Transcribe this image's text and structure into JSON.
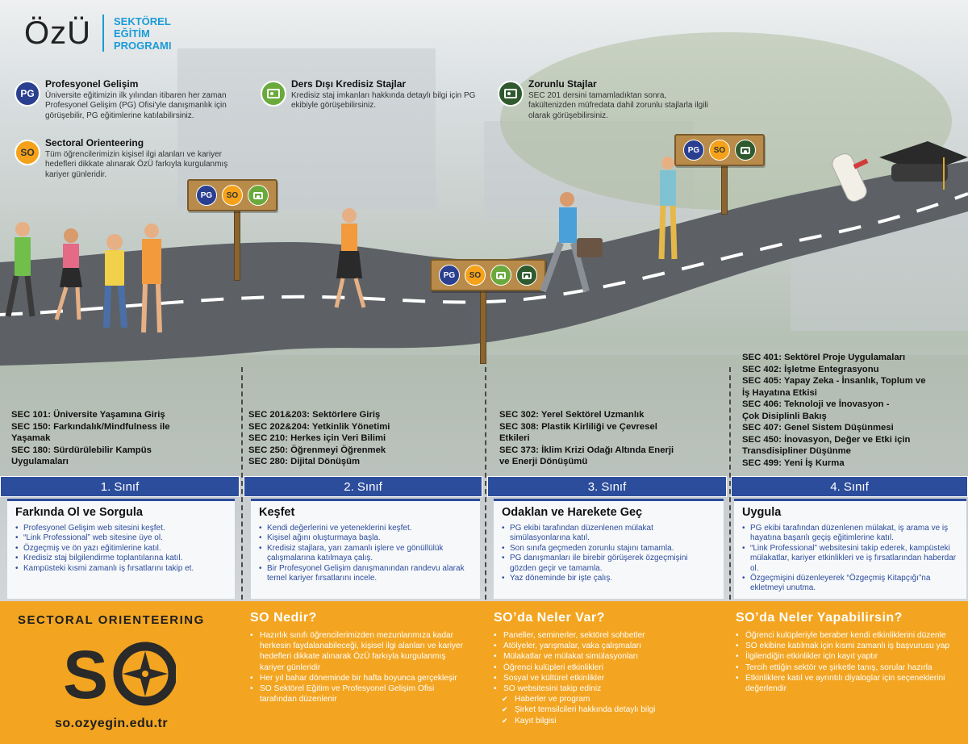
{
  "logo": {
    "mark": "ÖzÜ",
    "lines": [
      "SEKTÖREL",
      "EĞİTİM",
      "PROGRAMI"
    ]
  },
  "info": {
    "pg": {
      "badge": "PG",
      "title": "Profesyonel Gelişim",
      "text": "Üniversite eğitimizin ilk yılından itibaren her zaman Profesyonel Gelişim (PG) Ofisi'yle danışmanlık için görüşebilir, PG eğitimlerine katılabilirsiniz."
    },
    "so": {
      "badge": "SO",
      "title": "Sectoral Orienteering",
      "text": "Tüm öğrencilerimizin kişisel ilgi alanları ve kariyer hedefleri dikkate alınarak ÖzÜ farkıyla kurgulanmış kariyer günleridir."
    },
    "stajlar": {
      "title": "Ders Dışı Kredisiz Stajlar",
      "text": "Kredisiz staj imkanları hakkında detaylı bilgi için PG ekibiyle görüşebilirsiniz."
    },
    "zorunlu": {
      "title": "Zorunlu Stajlar",
      "text": "SEC 201 dersini tamamladıktan sonra, fakültenizden müfredata dahil zorunlu stajlarla ilgili olarak görüşebilirsiniz."
    }
  },
  "sign_labels": {
    "pg": "PG",
    "so": "SO"
  },
  "courses": {
    "y1": [
      "SEC 101: Üniversite Yaşamına Giriş",
      "SEC 150: Farkındalık/Mindfulness ile",
      "Yaşamak",
      "SEC 180: Sürdürülebilir Kampüs",
      "Uygulamaları"
    ],
    "y2": [
      "SEC 201&203: Sektörlere Giriş",
      "SEC 202&204: Yetkinlik Yönetimi",
      "SEC 210: Herkes için Veri Bilimi",
      "SEC 250: Öğrenmeyi Öğrenmek",
      "SEC 280: Dijital Dönüşüm"
    ],
    "y3": [
      "SEC 302: Yerel Sektörel Uzmanlık",
      "SEC 308: Plastik Kirliliği ve Çevresel",
      "Etkileri",
      "SEC 373: İklim Krizi Odağı Altında Enerji",
      "ve Enerji Dönüşümü"
    ],
    "y4": [
      "SEC 401: Sektörel Proje Uygulamaları",
      "SEC 402: İşletme Entegrasyonu",
      "SEC 405: Yapay Zeka - İnsanlık, Toplum ve",
      "İş Hayatına Etkisi",
      "SEC 406: Teknoloji ve İnovasyon -",
      "Çok Disiplinli Bakış",
      "SEC 407: Genel Sistem Düşünmesi",
      "SEC 450: İnovasyon, Değer ve Etki için",
      "Transdisipliner Düşünme",
      "SEC 499: Yeni İş Kurma"
    ]
  },
  "years": [
    "1. Sınıf",
    "2. Sınıf",
    "3. Sınıf",
    "4. Sınıf"
  ],
  "phases": [
    {
      "title": "Farkında Ol ve Sorgula",
      "items": [
        "Profesyonel Gelişim web sitesini keşfet.",
        "“Link Professional” web sitesine üye ol.",
        "Özgeçmiş ve ön yazı eğitimlerine katıl.",
        "Kredisiz staj bilgilendirme toplantılarına katıl.",
        "Kampüsteki kısmi zamanlı iş fırsatlarını takip et."
      ]
    },
    {
      "title": "Keşfet",
      "items": [
        "Kendi değerlerini ve yeteneklerini keşfet.",
        "Kişisel ağını oluşturmaya başla.",
        "Kredisiz stajlara, yarı zamanlı işlere ve gönüllülük çalışmalarına katılmaya çalış.",
        "Bir Profesyonel Gelişim danışmanından randevu alarak temel kariyer fırsatlarını incele."
      ]
    },
    {
      "title": "Odaklan ve Harekete Geç",
      "items": [
        "PG ekibi tarafından düzenlenen mülakat simülasyonlarına katıl.",
        "Son sınıfa geçmeden zorunlu stajını tamamla.",
        "PG danışmanları ile birebir görüşerek özgeçmişini gözden geçir ve tamamla.",
        "Yaz döneminde bir işte çalış."
      ]
    },
    {
      "title": "Uygula",
      "items": [
        "PG ekibi tarafından düzenlenen mülakat, iş arama ve iş hayatına başarılı geçiş eğitimlerine katıl.",
        "“Link Professional” websitesini takip ederek, kampüsteki mülakatlar, kariyer etkinlikleri ve iş fırsatlarından haberdar ol.",
        "Özgeçmişini düzenleyerek “Özgeçmiş Kitapçığı”na ekletmeyi unutma."
      ]
    }
  ],
  "bottom": {
    "title": "SECTORAL ORIENTEERING",
    "logo_text": "SO",
    "url": "so.ozyegin.edu.tr",
    "columns": [
      {
        "heading": "SO Nedir?",
        "items": [
          {
            "text": "Hazırlık sınıfı öğrencilerimizden mezunlarımıza kadar herkesin faydalanabileceği, kişisel ilgi alanları ve kariyer hedefleri dikkate alınarak ÖzÜ farkıyla kurgulanmış kariyer günleridir",
            "sub": false
          },
          {
            "text": "Her yıl bahar döneminde bir hafta boyunca gerçekleşir",
            "sub": false
          },
          {
            "text": "SO Sektörel Eğitim ve Profesyonel Gelişim Ofisi tarafından düzenlenir",
            "sub": false
          }
        ]
      },
      {
        "heading": "SO’da Neler Var?",
        "items": [
          {
            "text": "Paneller, seminerler, sektörel sohbetler",
            "sub": false
          },
          {
            "text": "Atölyeler, yarışmalar, vaka çalışmaları",
            "sub": false
          },
          {
            "text": "Mülakatlar ve mülakat simülasyonları",
            "sub": false
          },
          {
            "text": "Öğrenci kulüpleri etkinlikleri",
            "sub": false
          },
          {
            "text": "Sosyal ve kültürel etkinlikler",
            "sub": false
          },
          {
            "text": "SO websitesini takip ediniz",
            "sub": false
          },
          {
            "text": "Haberler ve program",
            "sub": true
          },
          {
            "text": "Şirket temsilcileri hakkında detaylı bilgi",
            "sub": true
          },
          {
            "text": "Kayıt bilgisi",
            "sub": true
          }
        ]
      },
      {
        "heading": "SO’da Neler Yapabilirsin?",
        "items": [
          {
            "text": "Öğrenci kulüpleriyle beraber kendi etkinliklerini düzenle",
            "sub": false
          },
          {
            "text": "SO ekibine katılmak için kısmi zamanlı iş başvurusu yap",
            "sub": false
          },
          {
            "text": "İlgilendiğin etkinlikler için kayıt yaptır",
            "sub": false
          },
          {
            "text": "Tercih ettiğin sektör ve şirketle tanış, sorular hazırla",
            "sub": false
          },
          {
            "text": "Etkinliklere katıl ve ayrıntılı diyaloglar için seçeneklerini değerlendir",
            "sub": false
          }
        ]
      }
    ]
  },
  "colors": {
    "navy": "#2c4d9c",
    "orange": "#f3a521",
    "pg": "#2a3f8f",
    "so": "#f5a21a",
    "stajlar": "#6aaa3c",
    "zorunlu": "#2f5a2e",
    "road": "#5b5f63"
  }
}
